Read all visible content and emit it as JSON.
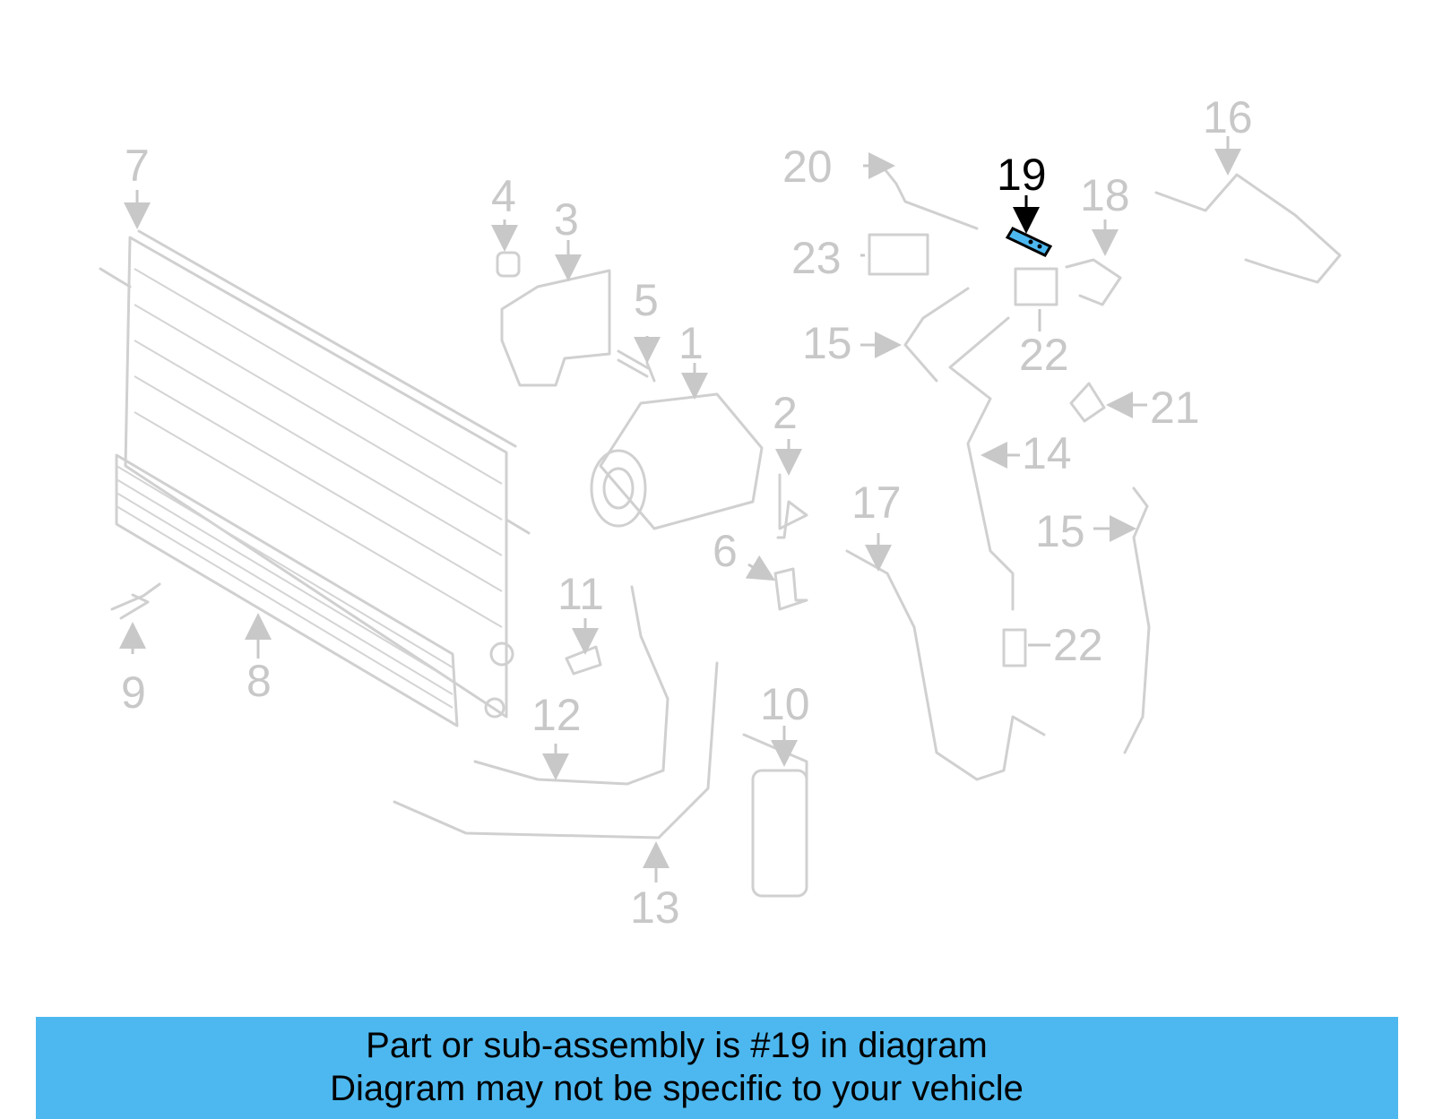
{
  "banner": {
    "line1": "Part or sub-assembly is #19 in diagram",
    "line2": "Diagram may not be specific to your vehicle"
  },
  "callouts": [
    "1",
    "2",
    "3",
    "4",
    "5",
    "6",
    "7",
    "8",
    "9",
    "10",
    "11",
    "12",
    "13",
    "14",
    "15",
    "15",
    "16",
    "17",
    "18",
    "19",
    "20",
    "21",
    "22",
    "22",
    "23"
  ],
  "highlighted_callout": "19",
  "colors": {
    "banner": "#4db8ef",
    "highlight_part": "#4db8ef",
    "faded_part": "#d0d0d0",
    "faded_label": "#c8c8c8"
  }
}
